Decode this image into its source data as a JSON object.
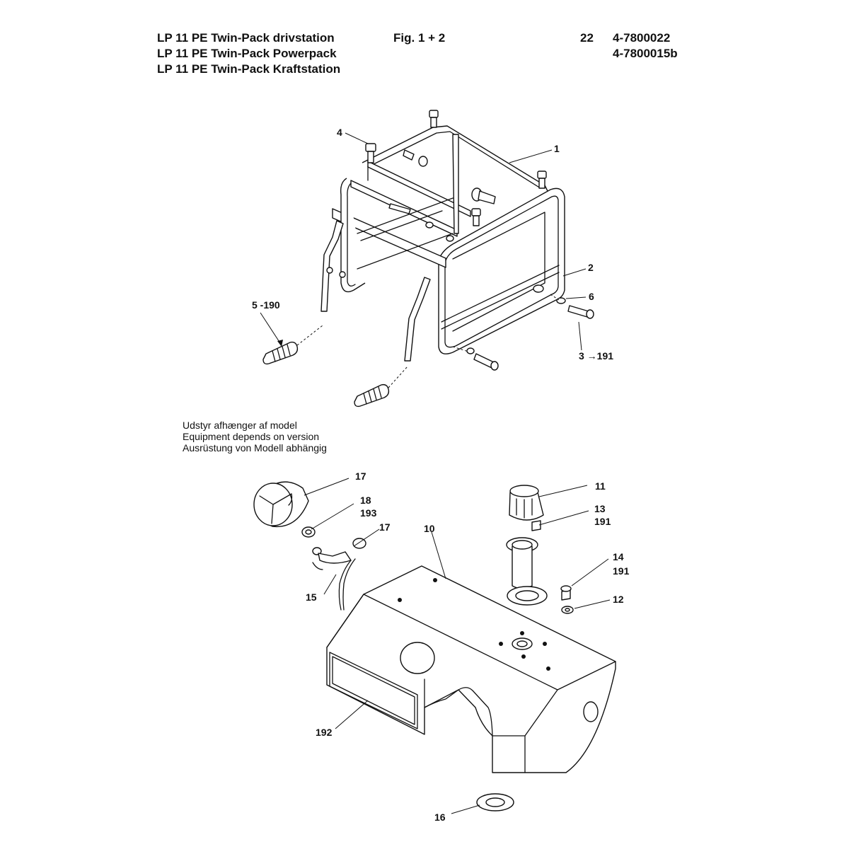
{
  "header": {
    "lines": [
      "LP 11 PE Twin-Pack drivstation",
      "LP 11 PE Twin-Pack Powerpack",
      "LP 11 PE Twin-Pack Kraftstation"
    ],
    "figure": "Fig. 1 + 2",
    "page": "22",
    "doc_numbers": [
      "4-7800022",
      "4-7800015b"
    ]
  },
  "note": [
    "Udstyr afhænger af model",
    "Equipment depends on version",
    "Ausrüstung von Modell abhängig"
  ],
  "callouts": {
    "frame_top": [
      "1",
      "2",
      "3 →191",
      "4",
      "5 -190",
      "6"
    ],
    "tank_bottom": [
      "10",
      "11",
      "12",
      "13",
      "191",
      "14",
      "191",
      "15",
      "16",
      "17",
      "17",
      "18",
      "193",
      "192"
    ]
  }
}
